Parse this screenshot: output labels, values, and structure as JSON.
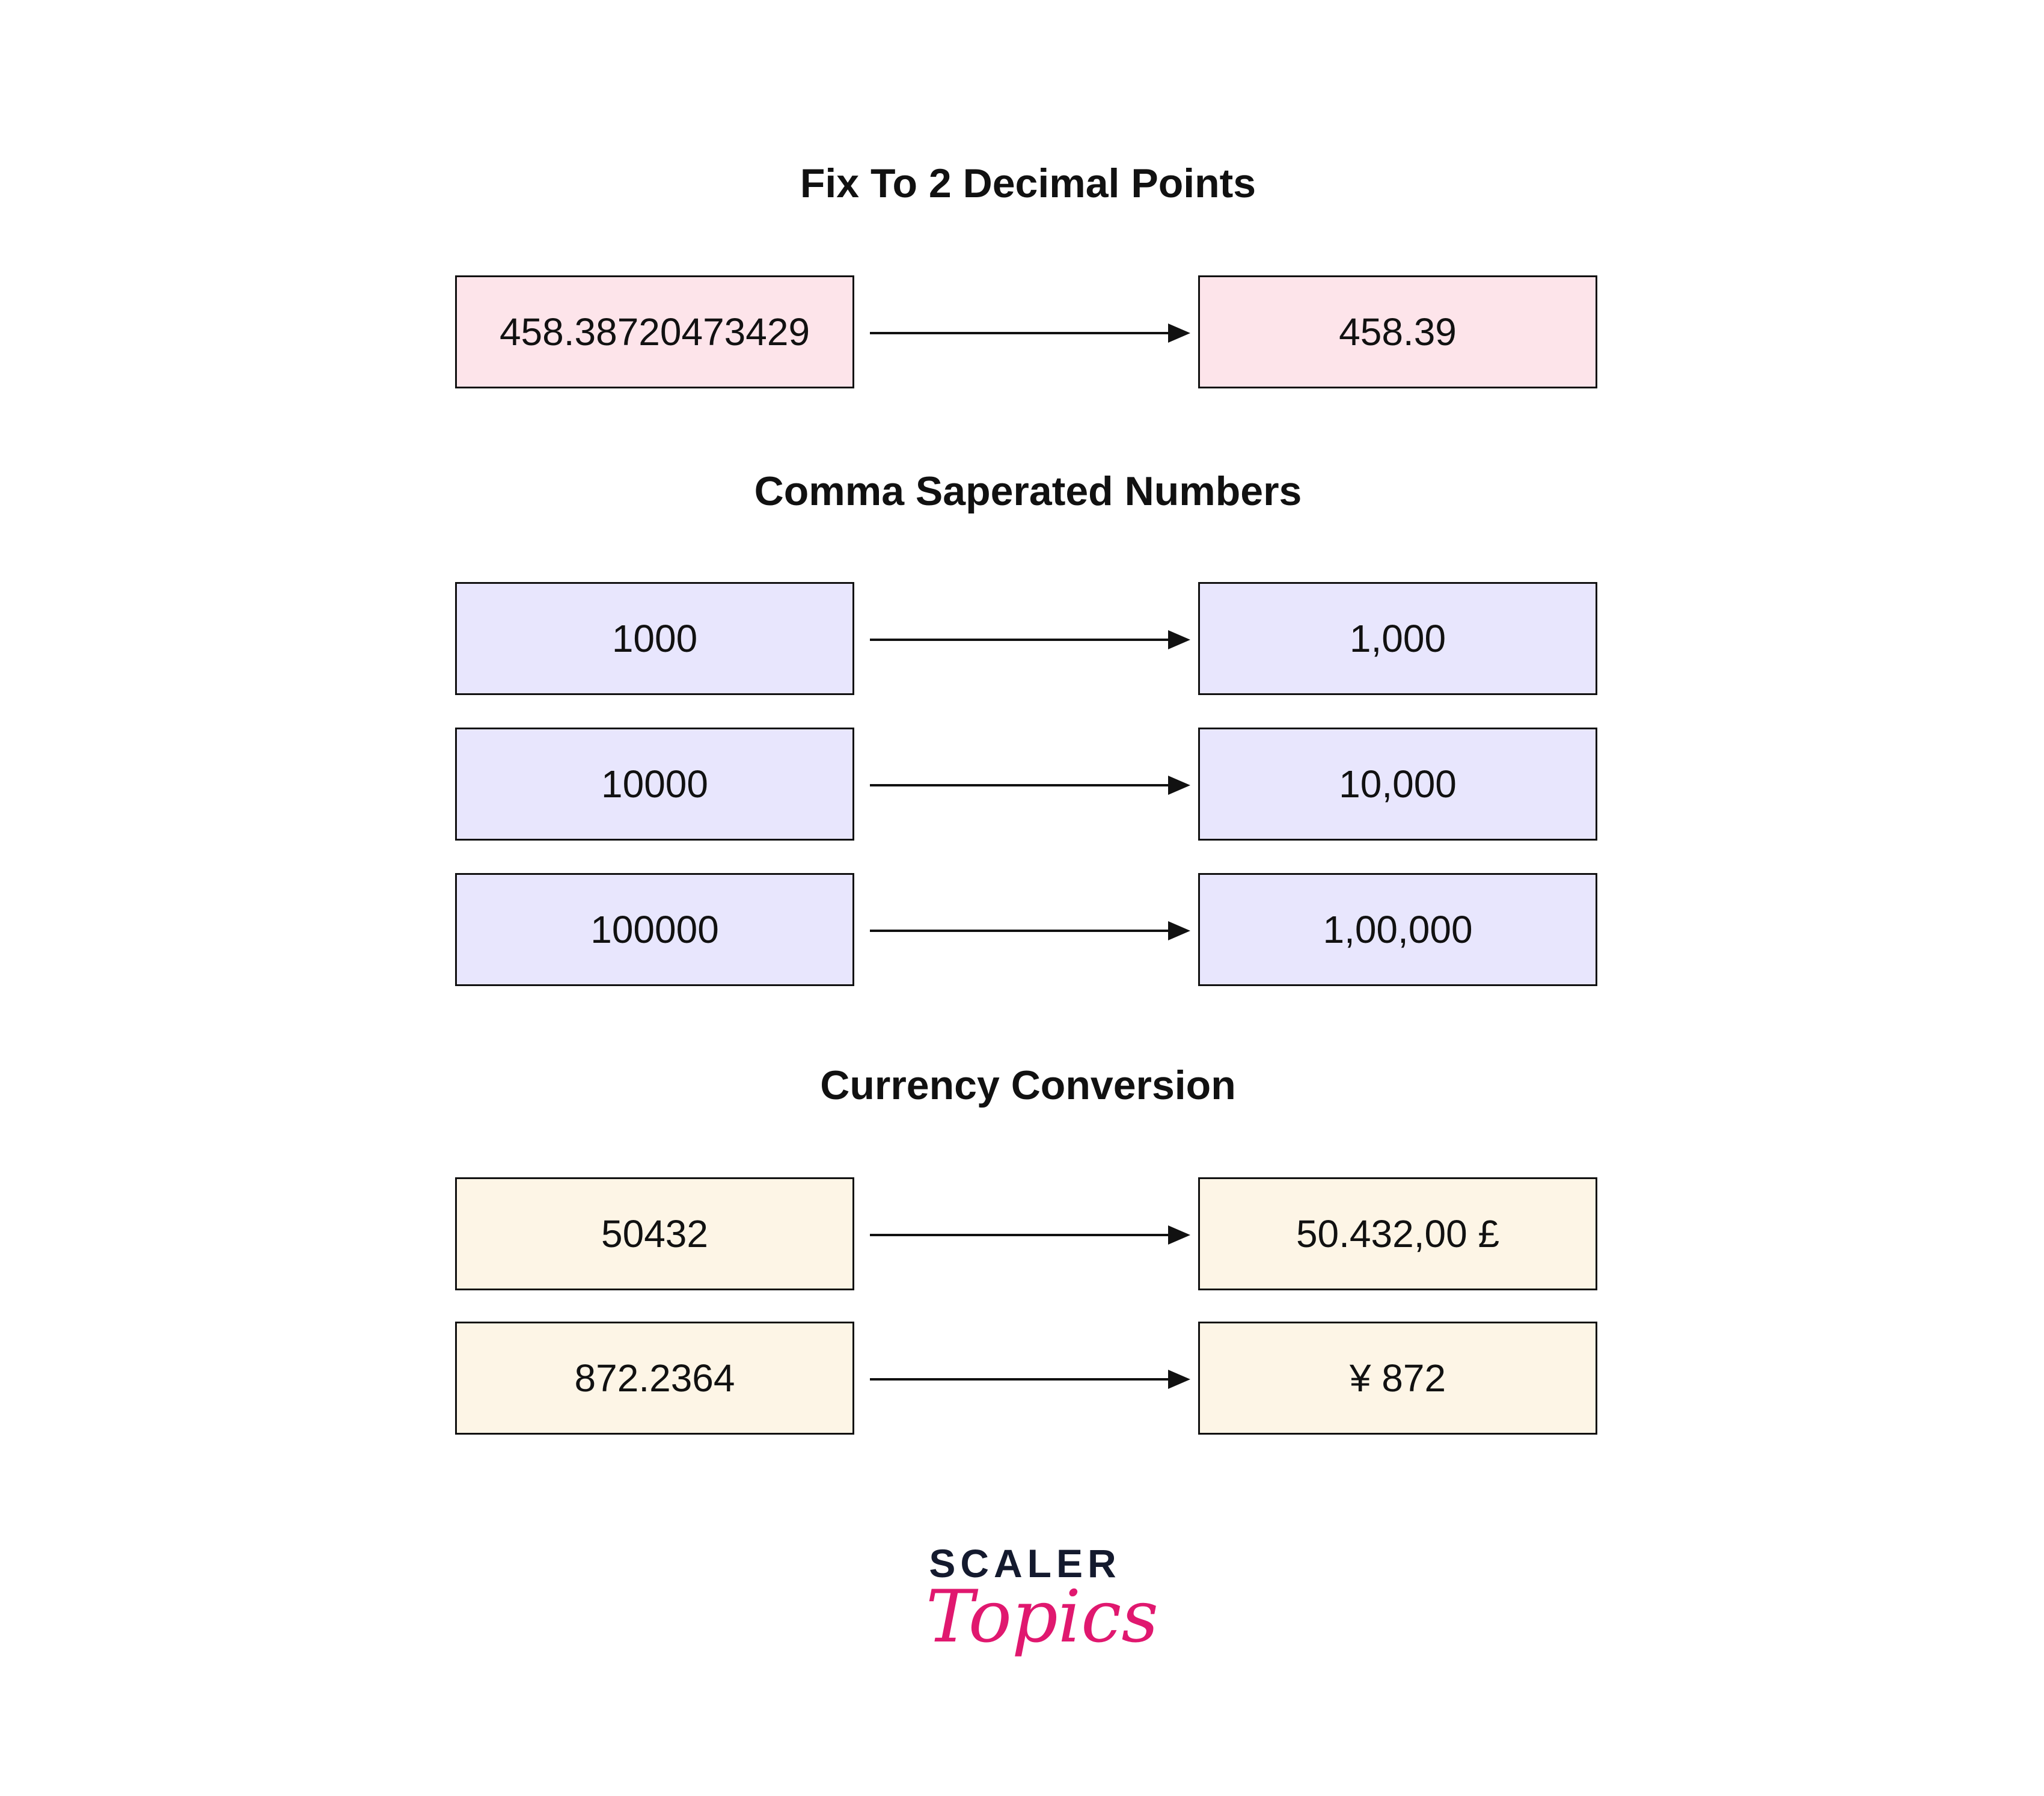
{
  "sections": [
    {
      "title": "Fix To 2 Decimal Points",
      "color": "#fde4ea",
      "rows": [
        {
          "input": "458.38720473429",
          "output": "458.39"
        }
      ]
    },
    {
      "title": "Comma Saperated Numbers",
      "color": "#e8e6fd",
      "rows": [
        {
          "input": "1000",
          "output": "1,000"
        },
        {
          "input": "10000",
          "output": "10,000"
        },
        {
          "input": "100000",
          "output": "1,00,000"
        }
      ]
    },
    {
      "title": "Currency Conversion",
      "color": "#fdf5e6",
      "rows": [
        {
          "input": "50432",
          "output": "50.432,00 £"
        },
        {
          "input": "872.2364",
          "output": "¥ 872"
        }
      ]
    }
  ],
  "logo": {
    "line1": "SCALER",
    "line2": "Topics"
  }
}
